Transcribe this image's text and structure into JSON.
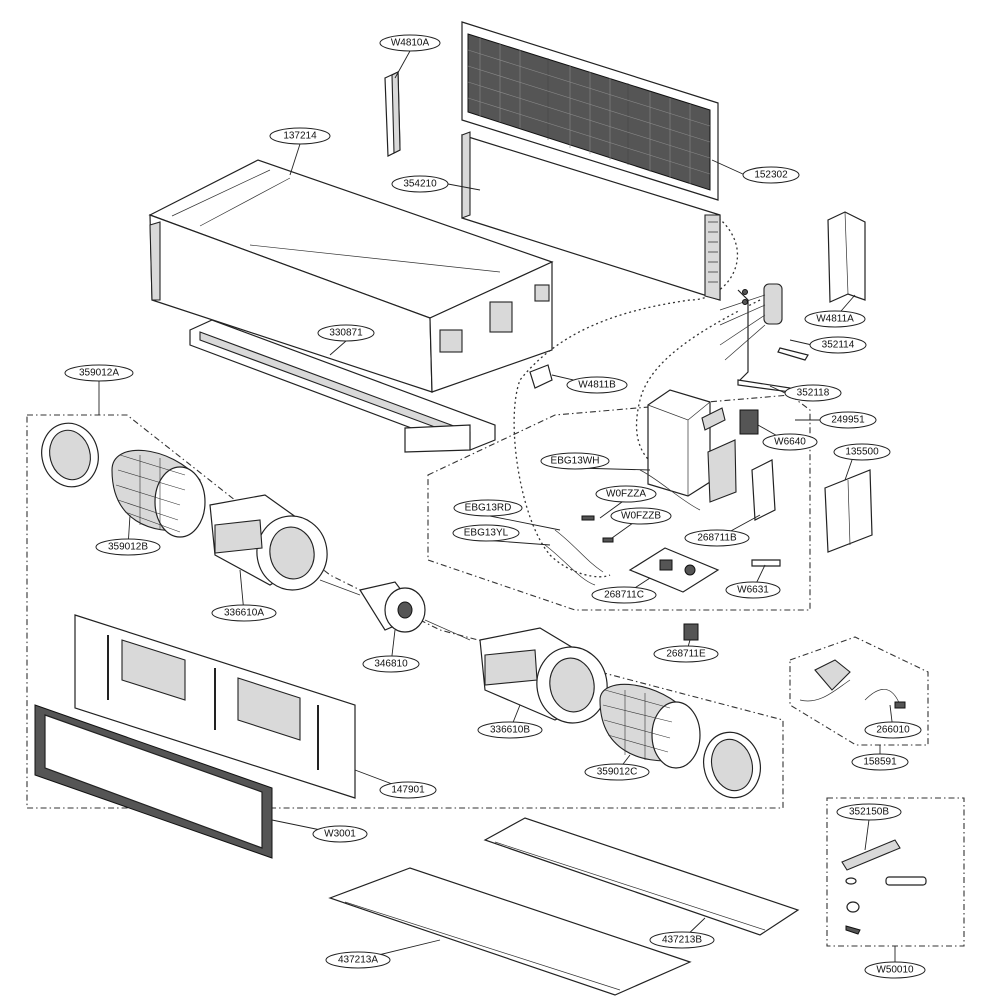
{
  "labels": {
    "W4810A": "W4810A",
    "137214": "137214",
    "152302": "152302",
    "354210": "354210",
    "330871": "330871",
    "W4811A": "W4811A",
    "352114": "352114",
    "352118": "352118",
    "W4811B": "W4811B",
    "359012A": "359012A",
    "249951": "249951",
    "W6640": "W6640",
    "135500": "135500",
    "EBG13WH": "EBG13WH",
    "W0FZZA": "W0FZZA",
    "W0FZZB": "W0FZZB",
    "EBG13RD": "EBG13RD",
    "EBG13YL": "EBG13YL",
    "359012B": "359012B",
    "268711B": "268711B",
    "W6631": "W6631",
    "268711C": "268711C",
    "336610A": "336610A",
    "346810": "346810",
    "268711E": "268711E",
    "336610B": "336610B",
    "266010": "266010",
    "158591": "158591",
    "359012C": "359012C",
    "147901": "147901",
    "W3001": "W3001",
    "352150B": "352150B",
    "437213B": "437213B",
    "437213A": "437213A",
    "W50010": "W50010"
  }
}
